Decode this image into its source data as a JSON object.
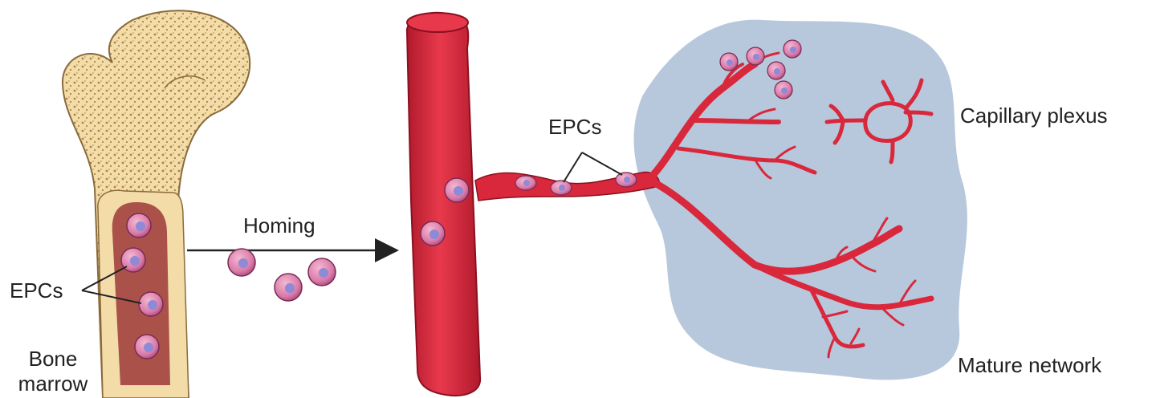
{
  "labels": {
    "epcs_marrow": "EPCs",
    "bone_marrow": "Bone marrow",
    "homing": "Homing",
    "epcs_vessel": "EPCs",
    "capillary_plexus": "Capillary plexus",
    "mature_network": "Mature network"
  },
  "colors": {
    "bone": "#f3dca8",
    "bone_edge": "#8a6a3a",
    "marrow": "#9c3a3a",
    "vessel": "#d9283c",
    "vessel_dark": "#b01a2c",
    "cell_fill": "#d97aa8",
    "cell_nucleus": "#8e8ad6",
    "tissue": "#b8c8dc",
    "arrow": "#222222"
  },
  "icons": [
    "bone-icon",
    "blood-vessel-icon",
    "cell-icon",
    "arrow-right-icon",
    "tissue-region-icon"
  ]
}
